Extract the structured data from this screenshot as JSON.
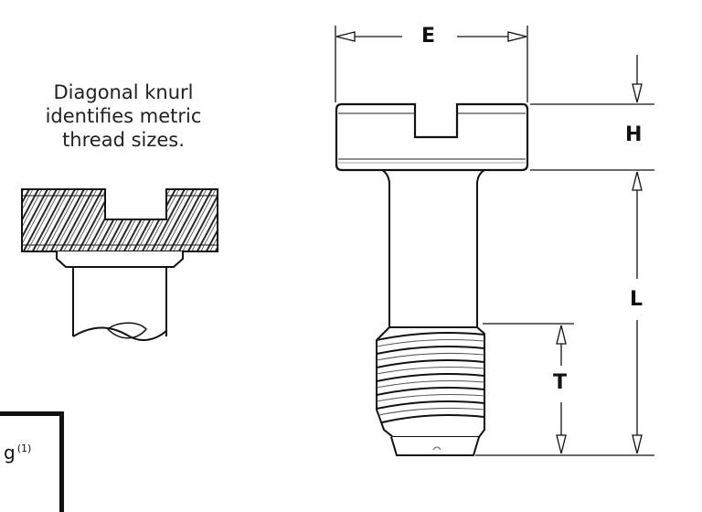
{
  "caption": {
    "line1": "Diagonal knurl",
    "line2": "identifies metric",
    "line3": "thread sizes."
  },
  "dimensions": {
    "E": "E",
    "H": "H",
    "L": "L",
    "T": "T"
  },
  "table_stub": {
    "text": "g",
    "footnote": "(1)"
  }
}
